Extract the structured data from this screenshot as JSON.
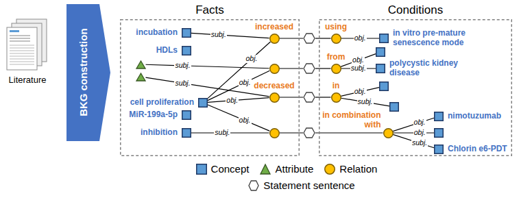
{
  "diagram": {
    "nodes": [
      {
        "text": [
          "Literature"
        ]
      },
      {
        "text": [
          "BKG construction"
        ]
      },
      {
        "text": [
          "Facts"
        ]
      },
      {
        "text": [
          "Conditions"
        ]
      },
      {
        "text": [
          "incubation"
        ],
        "in": 2
      },
      {
        "text": [
          "HDLs"
        ],
        "in": 2
      },
      {
        "text": [],
        "in": 2
      },
      {
        "text": [],
        "in": 2
      },
      {
        "text": [
          "cell proliferation"
        ],
        "in": 2
      },
      {
        "text": [
          "MiR-199a-5p"
        ],
        "in": 2
      },
      {
        "text": [
          "inhibition"
        ],
        "in": 2
      },
      {
        "text": [
          "increased"
        ],
        "in": 2
      },
      {
        "text": [],
        "in": 2
      },
      {
        "text": [
          "decreased"
        ],
        "in": 2
      },
      {
        "text": [],
        "in": 2
      },
      {
        "text": []
      },
      {
        "text": []
      },
      {
        "text": []
      },
      {
        "text": []
      },
      {
        "text": [
          "using"
        ],
        "in": 3
      },
      {
        "text": [
          "in vitro pre-mature senescence mode"
        ],
        "in": 3
      },
      {
        "text": [
          "from"
        ],
        "in": 3
      },
      {
        "text": [],
        "in": 3
      },
      {
        "text": [
          "polycystic kidney disease"
        ],
        "in": 3
      },
      {
        "text": [
          "in"
        ],
        "in": 3
      },
      {
        "text": [],
        "in": 3
      },
      {
        "text": [],
        "in": 3
      },
      {
        "text": [
          "in combination with"
        ],
        "in": 3
      },
      {
        "text": [
          "nimotuzumab"
        ],
        "in": 3
      },
      {
        "text": [],
        "in": 3
      },
      {
        "text": [
          "Chlorin e6-PDT"
        ],
        "in": 3
      }
    ],
    "edges": [
      {
        "from": 4,
        "to": 11,
        "arrow": "none",
        "label": "subj."
      },
      {
        "from": 6,
        "to": 12,
        "arrow": "none",
        "label": "subj."
      },
      {
        "from": 8,
        "to": 11,
        "arrow": "none",
        "label": "obj."
      },
      {
        "from": 8,
        "to": 12,
        "arrow": "none",
        "label": "obj."
      },
      {
        "from": 8,
        "to": 13,
        "arrow": "none",
        "label": "obj."
      },
      {
        "from": 8,
        "to": 14,
        "arrow": "none",
        "label": "obj."
      },
      {
        "from": 7,
        "to": 13,
        "arrow": "none",
        "label": "subj."
      },
      {
        "from": 10,
        "to": 14,
        "arrow": "none",
        "label": "subj."
      },
      {
        "from": 11,
        "to": 15,
        "arrow": "none"
      },
      {
        "from": 12,
        "to": 16,
        "arrow": "none"
      },
      {
        "from": 13,
        "to": 17,
        "arrow": "none"
      },
      {
        "from": 14,
        "to": 18,
        "arrow": "none"
      },
      {
        "from": 15,
        "to": 19,
        "arrow": "none"
      },
      {
        "from": 16,
        "to": 21,
        "arrow": "none"
      },
      {
        "from": 17,
        "to": 24,
        "arrow": "none"
      },
      {
        "from": 18,
        "to": 27,
        "arrow": "none"
      },
      {
        "from": 19,
        "to": 20,
        "arrow": "none",
        "label": "obj."
      },
      {
        "from": 21,
        "to": 22,
        "arrow": "none",
        "label": "obj."
      },
      {
        "from": 21,
        "to": 23,
        "arrow": "none",
        "label": "subj."
      },
      {
        "from": 24,
        "to": 25,
        "arrow": "none",
        "label": "obj."
      },
      {
        "from": 24,
        "to": 26,
        "arrow": "none",
        "label": "subj."
      },
      {
        "from": 27,
        "to": 28,
        "arrow": "none",
        "label": "obj."
      },
      {
        "from": 27,
        "to": 29,
        "arrow": "none",
        "label": "obj."
      },
      {
        "from": 27,
        "to": 30,
        "arrow": "none",
        "label": "subj."
      }
    ],
    "legend": [
      {
        "text": "Concept"
      },
      {
        "text": "Attribute"
      },
      {
        "text": "Relation"
      },
      {
        "text": "Statement sentence"
      }
    ]
  }
}
